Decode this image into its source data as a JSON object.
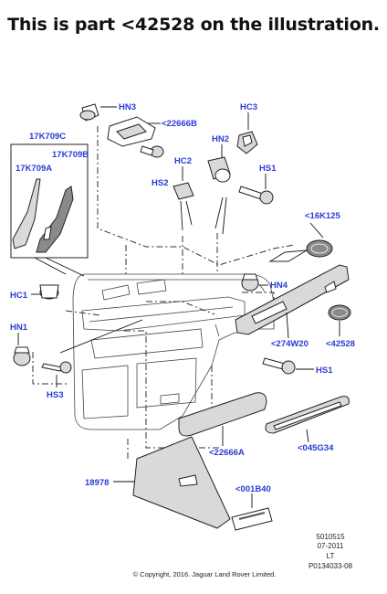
{
  "heading": "This is part <42528 on the illustration.",
  "labels": {
    "hn3": "HN3",
    "p22666b": "<22666B",
    "hc3": "HC3",
    "p17k709c": "17K709C",
    "p17k709b": "17K709B",
    "p17k709a": "17K709A",
    "hn2": "HN2",
    "hc2": "HC2",
    "hs1_top": "HS1",
    "hs2": "HS2",
    "p16k125": "<16K125",
    "hc1": "HC1",
    "hn4": "HN4",
    "hn1": "HN1",
    "p274w20": "<274W20",
    "p42528": "<42528",
    "hs1_mid": "HS1",
    "hs3": "HS3",
    "p22666a": "<22666A",
    "p045g34": "<045G34",
    "p18978": "18978",
    "p001b40": "<001B40"
  },
  "meta": {
    "code": "5010515",
    "date": "07-2011",
    "side": "LT",
    "ref": "P0134033-08"
  },
  "copyright": "© Copyright, 2016. Jaguar Land Rover Limited."
}
